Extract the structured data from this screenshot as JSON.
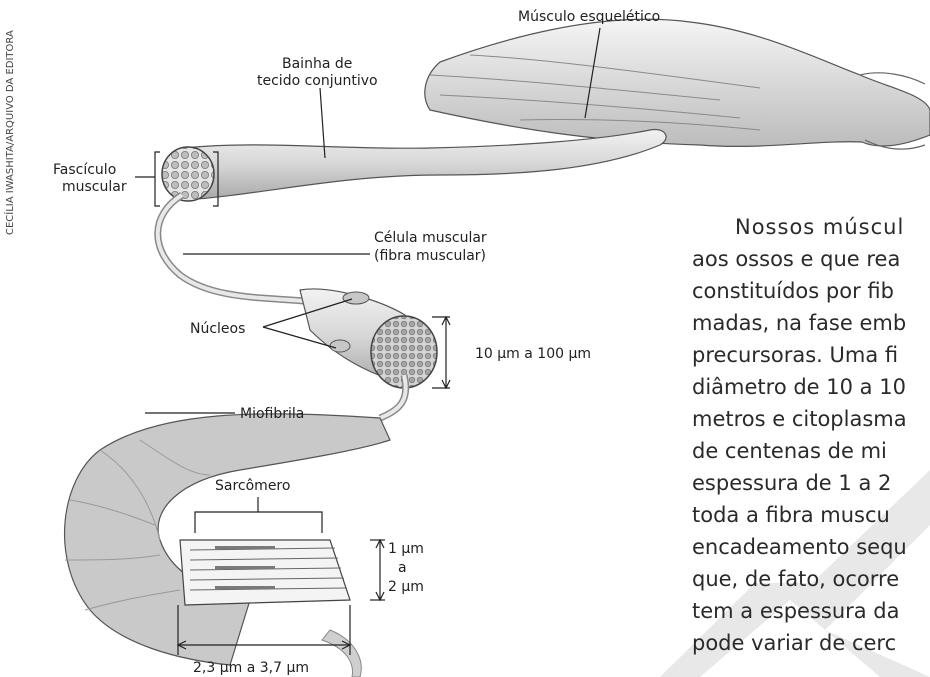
{
  "credit": "CECÍLIA IWASHITA/ARQUIVO DA EDITORA",
  "labels": {
    "skeletal_muscle": "Músculo esquelético",
    "sheath_line1": "Bainha de",
    "sheath_line2": "tecido conjuntivo",
    "fascicle_line1": "Fascículo",
    "fascicle_line2": "muscular",
    "cell_line1": "Célula muscular",
    "cell_line2": "(fibra muscular)",
    "nuclei": "Núcleos",
    "fiber_diameter": "10 µm a 100 µm",
    "myofibril": "Miofibrila",
    "sarcomere": "Sarcômero",
    "myofibril_thick_1": "1 µm",
    "myofibril_thick_2": "a",
    "myofibril_thick_3": "2 µm",
    "sarcomere_length": "2,3 µm  a 3,7 µm"
  },
  "text_lines": [
    "Nossos múscul",
    "aos ossos e que rea",
    "constituídos por fib",
    "madas, na fase emb",
    "precursoras. Uma fi",
    "diâmetro de 10 a 10",
    "metros e citoplasma",
    "de centenas de mi",
    "espessura de 1 a 2",
    "toda a fibra muscu",
    "encadeamento sequ",
    "que, de fato, ocorre",
    "tem a espessura da",
    "pode variar de cerc"
  ],
  "colors": {
    "line": "#222222",
    "fiber_fill": "#d9d9d9",
    "fiber_dark": "#9a9a9a",
    "watermark": "#c8c8c8"
  }
}
